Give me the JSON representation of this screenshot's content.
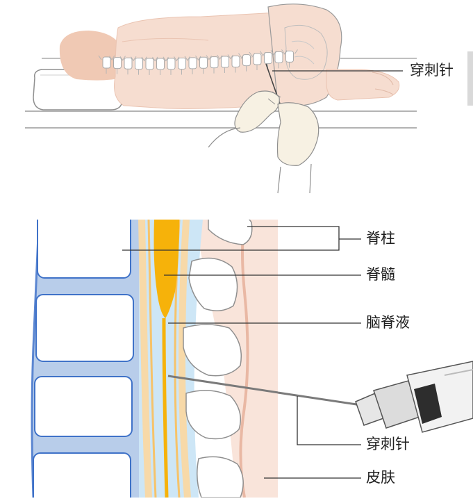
{
  "colors": {
    "skin": "#f6ddd0",
    "skin_line": "#e8b8a2",
    "hair": "#f0c9b4",
    "vertebra": "#ffffff",
    "disc": "#a9c2e6",
    "disc_edge": "#5b86d1",
    "dura": "#f7d9a8",
    "spinal_cord": "#f6b20a",
    "csf": "#cde6f6",
    "glove": "#f7f1e3",
    "needle": "#8a8a8a"
  },
  "icons": {
    "body": "patient-lying-on-side",
    "hands": "gloved-hands",
    "syringe": "syringe"
  },
  "labels": {
    "needle_top": "穿刺针",
    "spine": "脊柱",
    "spinal_cord": "脊髓",
    "csf": "脑脊液",
    "needle_bottom": "穿刺针",
    "skin": "皮肤"
  }
}
